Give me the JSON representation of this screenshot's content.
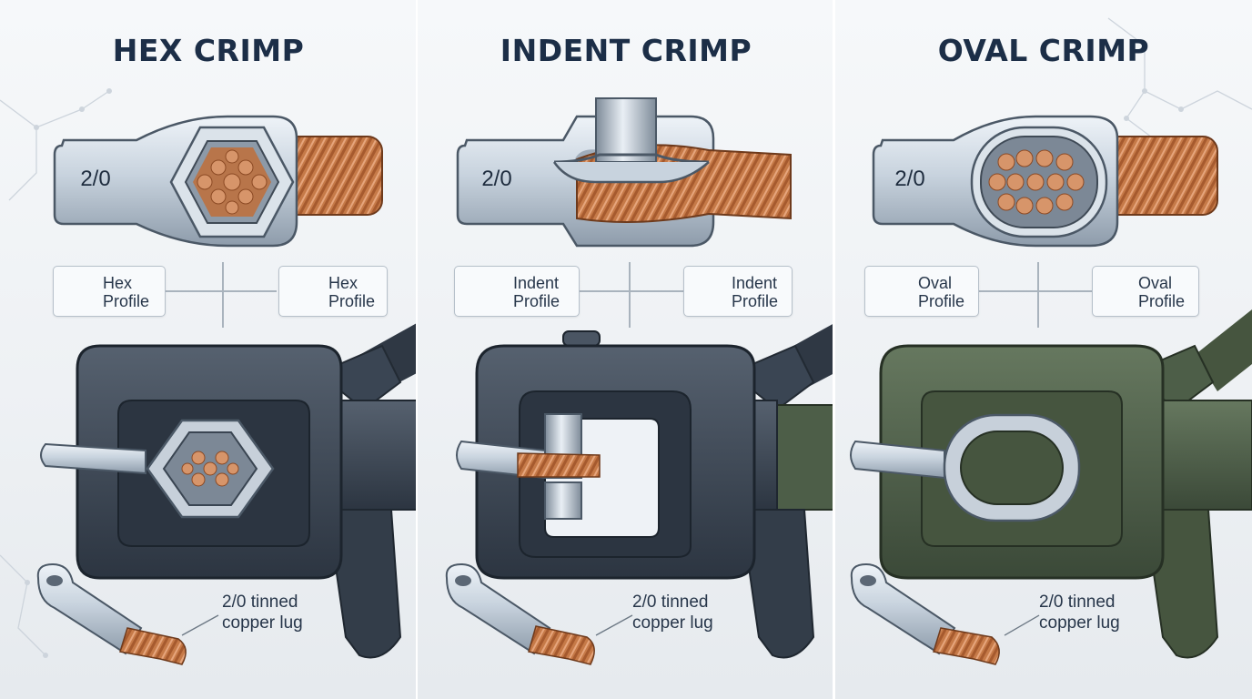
{
  "panels": [
    {
      "title": "HEX CRIMP",
      "lug_size": "2/0",
      "profile_left": {
        "line1": "Hex",
        "line2": "Profile",
        "icon": "hexagon-outline-icon"
      },
      "profile_right": {
        "line1": "Hex",
        "line2": "Profile",
        "icon": "hexagon-filled-icon"
      },
      "lug_label": {
        "line1": "2/0 tinned",
        "line2": "copper lug"
      },
      "tool_color": "#3a4553"
    },
    {
      "title": "INDENT CRIMP",
      "lug_size": "2/0",
      "profile_left": {
        "line1": "Indent",
        "line2": "Profile",
        "icon": "indent-die-icon"
      },
      "profile_right": {
        "line1": "Indent",
        "line2": "Profile",
        "icon": "indent-die-icon"
      },
      "lug_label": {
        "line1": "2/0 tinned",
        "line2": "copper lug"
      },
      "tool_color": "#3a4553"
    },
    {
      "title": "OVAL CRIMP",
      "lug_size": "2/0",
      "profile_left": {
        "line1": "Oval",
        "line2": "Profile",
        "icon": "oval-horizontal-icon"
      },
      "profile_right": {
        "line1": "Oval",
        "line2": "Profile",
        "icon": "oval-vertical-icon"
      },
      "lug_label": {
        "line1": "2/0 tinned",
        "line2": "copper lug"
      },
      "tool_color": "#4d5e48"
    }
  ],
  "colors": {
    "copper": "#c67a48",
    "steel": "#cbd5df",
    "title": "#1c2e47",
    "trigger": "#e4632a"
  }
}
